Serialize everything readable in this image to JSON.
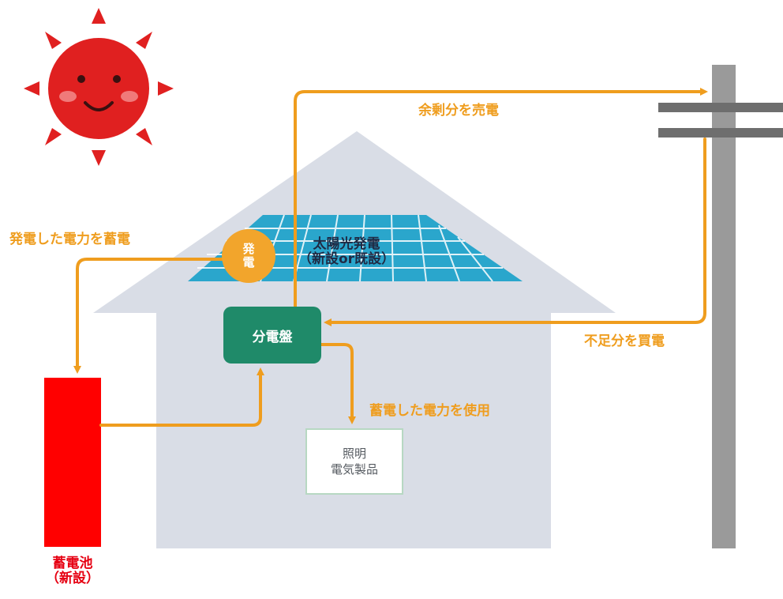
{
  "labels": {
    "surplus_sell": "余剰分を売電",
    "charge_generated": "発電した電力を蓄電",
    "generation_line1": "発",
    "generation_line2": "電",
    "solar_line1": "太陽光発電",
    "solar_line2": "（新設or既設）",
    "distribution_board": "分電盤",
    "shortage_buy": "不足分を買電",
    "use_stored": "蓄電した電力を使用",
    "appliance_line1": "照明",
    "appliance_line2": "電気製品",
    "battery_line1": "蓄電池",
    "battery_line2": "（新設）"
  },
  "colors": {
    "flow_arrow": "#ef9d1e",
    "sun": "#e02020",
    "battery": "#ff0000",
    "distribution_board": "#1f8a69",
    "house": "#d9dde6",
    "solar_panel": "#2aa6cc",
    "utility_pole": "#9a9a9a"
  }
}
